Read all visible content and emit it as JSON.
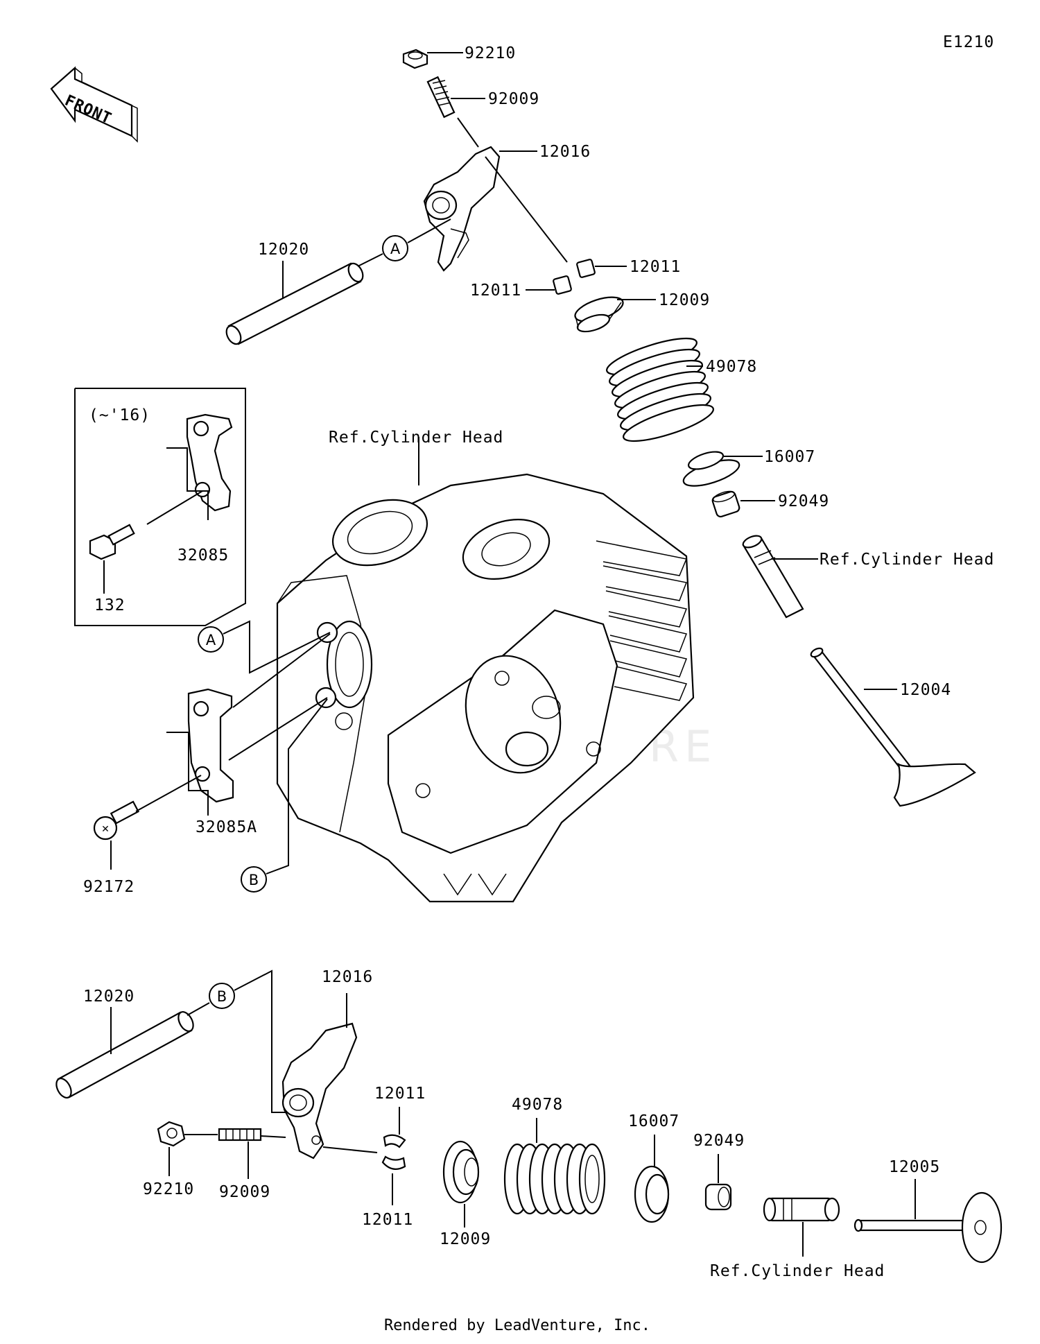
{
  "diagram_id": "E1210",
  "front_label": "FRONT",
  "watermark": "LEADVENTURE",
  "footer": "Rendered by LeadVenture, Inc.",
  "inset_note": "(~'16)",
  "callouts": {
    "A": "A",
    "B": "B"
  },
  "ref_labels": {
    "cylinder_head": "Ref.Cylinder Head"
  },
  "upper_parts": {
    "nut": "92210",
    "adjuster_screw": "92009",
    "rocker_arm": "12016",
    "rocker_shaft": "12020",
    "cotter_right": "12011",
    "cotter_left": "12011",
    "retainer": "12009",
    "spring": "49078",
    "spring_seat": "16007",
    "stem_seal": "92049",
    "guide_ref": "Ref.Cylinder Head",
    "intake_valve": "12004"
  },
  "left_parts": {
    "inset_plate": "32085",
    "inset_bolt": "132",
    "plate": "32085A",
    "screw": "92172"
  },
  "lower_parts": {
    "rocker_shaft": "12020",
    "rocker_arm": "12016",
    "nut": "92210",
    "adjuster_screw": "92009",
    "cotter_top": "12011",
    "cotter_bottom": "12011",
    "retainer": "12009",
    "spring": "49078",
    "spring_seat": "16007",
    "stem_seal": "92049",
    "exhaust_valve": "12005",
    "guide_ref": "Ref.Cylinder Head"
  }
}
